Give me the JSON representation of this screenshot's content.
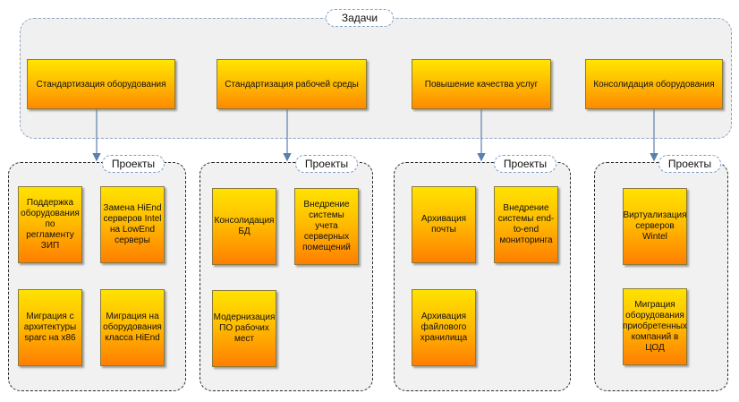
{
  "tasks_label": "Задачи",
  "projects_label": "Проекты",
  "tasks": [
    "Стандартизация оборудования",
    "Стандартизация рабочей среды",
    "Повышение качества услуг",
    "Консолидация оборудования"
  ],
  "projects": [
    [
      "Поддержка оборудования по регламенту ЗИП",
      "Замена HiEnd серверов Intel на LowEnd серверы",
      "Миграция с архитектуры sparc на x86",
      "Миграция на оборудования класса HiEnd"
    ],
    [
      "Консолидация БД",
      "Внедрение системы учета серверных помещений",
      "Модернизация ПО рабочих мест"
    ],
    [
      "Архивация почты",
      "Внедрение системы end-to-end мониторинга",
      "Архивация файлового хранилища"
    ],
    [
      "Виртуализация серверов Wintel",
      "Миграция оборудования приобретенных компаний в ЦОД"
    ]
  ],
  "colors": {
    "arrow": "#5b7fb0",
    "box_top": "#ffe500",
    "box_bottom": "#ff8a00"
  }
}
